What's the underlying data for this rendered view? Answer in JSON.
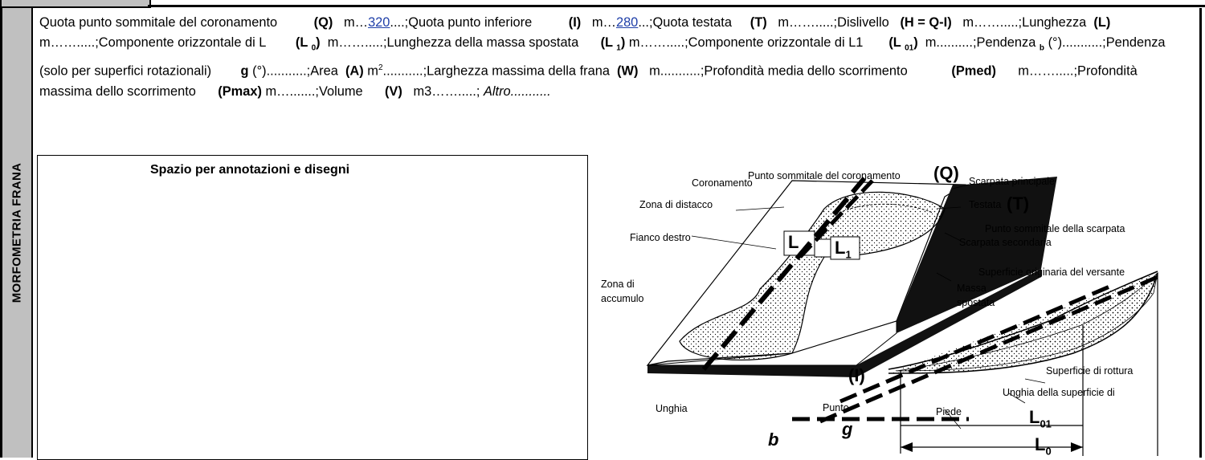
{
  "section_label": "MORFOMETRIA FRANA",
  "notes_title": "Spazio per annotazioni e disegni",
  "params": {
    "q_label": "Quota punto sommitale del coronamento",
    "q_code": "(Q)",
    "q_unit": "m…",
    "q_value": "320",
    "q_tail": "....;",
    "i_label": "Quota punto inferiore",
    "i_code": "(I)",
    "i_unit": "m…",
    "i_value": "280",
    "i_tail": "...;",
    "t_label": "Quota testata",
    "t_code": "(T)",
    "t_unit": "m…….....;",
    "h_label": "Dislivello",
    "h_code": "(H = Q-I)",
    "h_unit": "m…….....;",
    "l_label": "Lunghezza",
    "l_code": "(L)",
    "l_unit": "m…….....;",
    "l0_label": "Componente orizzontale di L",
    "l0_code": "(L ",
    "l0_sub": "0",
    "l0_close": ")",
    "l0_unit": "m…….....;",
    "l1_label": "Lunghezza della massa spostata",
    "l1_code": "(L ",
    "l1_sub": "1",
    "l1_close": ")",
    "l1_unit": "m…….....;",
    "l01_label": "Componente orizzontale di L1",
    "l01_code": "(L ",
    "l01_sub": "01",
    "l01_close": ")",
    "l01_unit": "m..........;",
    "b_label": "Pendenza",
    "b_code": "b",
    "b_unit": "(°)...........;",
    "g_label": "Pendenza (solo per superfici rotazionali)",
    "g_code": "g",
    "g_unit": "(°)...........;",
    "a_label": "Area",
    "a_code": "(A)",
    "a_unit": "m",
    "a_sup": "2",
    "a_tail": "...........;",
    "w_label": "Larghezza massima della frana",
    "w_code": "(W)",
    "w_unit": "m...........;",
    "pmed_label": "Profondità media dello scorrimento",
    "pmed_code": "(Pmed)",
    "pmed_unit": "m…….....;",
    "pmax_label": "Profondità massima dello scorrimento",
    "pmax_code": "(Pmax)",
    "pmax_unit": "m….......;",
    "v_label": "Volume",
    "v_code": "(V)",
    "v_unit": "m3…….....;",
    "altro": "Altro..........."
  },
  "diagram": {
    "punto_sommitale_coronamento": "Punto sommitale del coronamento",
    "q": "(Q)",
    "coronamento": "Coronamento",
    "scarpata_principale": "Scarpata principale",
    "zona_distacco": "Zona di distacco",
    "testata": "Testata",
    "t": "(T)",
    "punto_sommitale_scarpata": "Punto sommitale della scarpata",
    "fianco_destro": "Fianco destro",
    "scarpata_secondaria": "Scarpata secondaria",
    "superficie_originaria": "Superficie originaria del versante",
    "zona_accumulo_1": "Zona di",
    "zona_accumulo_2": "accumulo",
    "massa_spostata_1": "Massa",
    "massa_spostata_2": "spostata",
    "superficie_rottura": "Superficie di rottura",
    "unghia_superficie": "Unghia della superficie di",
    "unghia": "Unghia",
    "punto": "Punto",
    "piede": "Piede",
    "i": "(I)",
    "l": "L",
    "l1": "L",
    "l1_sub": "1",
    "l01": "L",
    "l01_sub": "01",
    "l0": "L",
    "l0_sub": "0",
    "b": "b",
    "g": "g"
  }
}
